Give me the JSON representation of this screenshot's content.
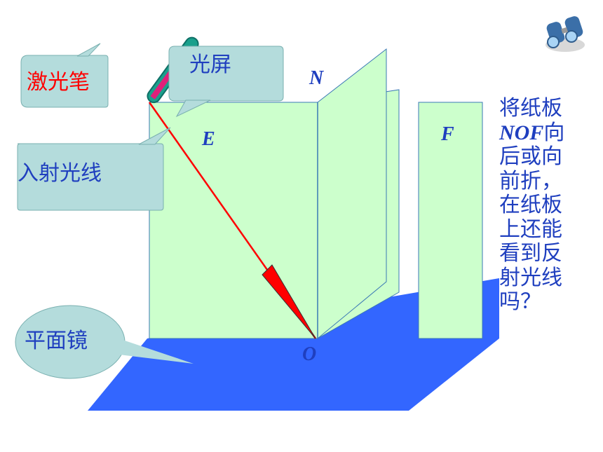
{
  "labels": {
    "pen": "激光笔",
    "screen": "光屏",
    "incident_ray": "入射光线",
    "mirror": "平面镜",
    "point_N": "N",
    "point_E": "E",
    "point_F": "F",
    "point_O": "O"
  },
  "question": {
    "line1": "将纸板",
    "line2_italic": "NOF",
    "line2_rest": "向",
    "line3": "后或向",
    "line4": "前折，",
    "line5": "在纸板",
    "line6": "上还能",
    "line7": "看到反",
    "line8": "射光线",
    "line9": "吗？"
  },
  "colors": {
    "board": "#ccffcc",
    "board_edge": "#3a78b5",
    "mirror": "#3366ff",
    "ray": "#ff0000",
    "callout": "#b4dcdc",
    "text_blue": "#1f3fbf",
    "text_red": "#ff0000",
    "pen_body": "#1aa08c"
  },
  "icons": {
    "top_right": "binoculars-icon"
  }
}
